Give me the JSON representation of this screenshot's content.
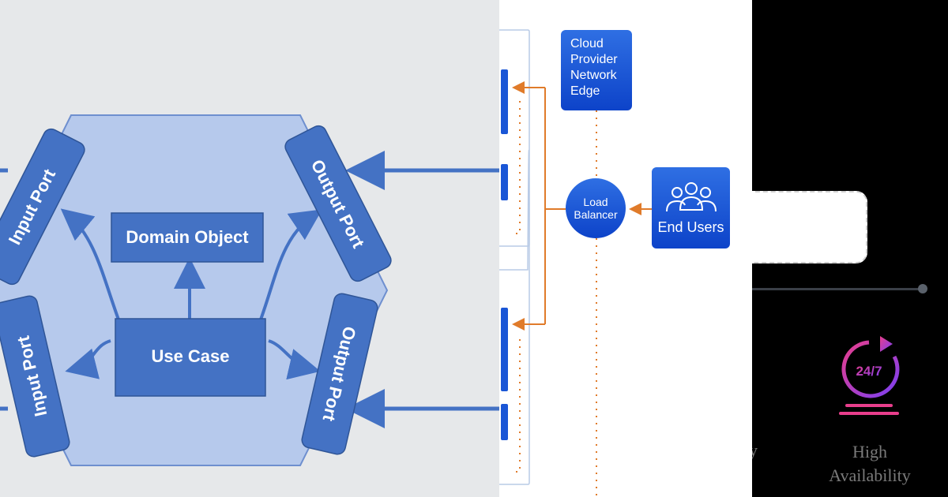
{
  "hexagonal": {
    "ports": {
      "input_top": "Input Port",
      "input_bottom": "Input Port",
      "output_top": "Output Port",
      "output_bottom": "Output Port"
    },
    "domain_object": "Domain Object",
    "use_case": "Use Case",
    "colors": {
      "hex_fill": "#b6c9ec",
      "hex_stroke": "#6e8fcf",
      "box": "#4472c4",
      "arrow": "#4472c4"
    }
  },
  "cloud": {
    "edge": "Cloud\nProvider\nNetwork\nEdge",
    "load_balancer": "Load\nBalancer",
    "end_users": "End Users",
    "colors": {
      "box": "#1a56d6",
      "arrow": "#e07b2a"
    }
  },
  "features": {
    "badge": "24/7",
    "label": "High\nAvailability",
    "partial_text": "y",
    "colors": {
      "badge_from": "#e83e8c",
      "badge_to": "#7b3ff2"
    }
  }
}
